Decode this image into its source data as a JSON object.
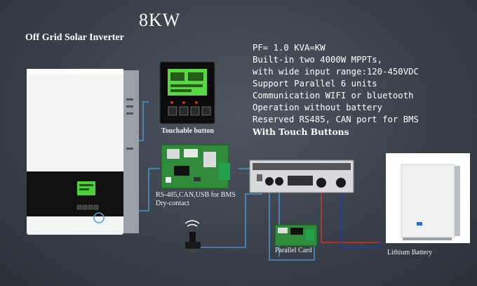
{
  "header": {
    "title": "8KW",
    "subtitle": "Off Grid Solar Inverter"
  },
  "specs": [
    "PF= 1.0  KVA=KW",
    "Built-in two 4000W MPPTs,",
    "with wide input range:120-450VDC",
    "Support Parallel 6 units",
    "Communication WIFI or bluetooth",
    "Operation without battery",
    "Reserved RS485, CAN port for BMS",
    "With Touch Buttons"
  ],
  "captions": {
    "touch_panel": "Touchable button",
    "comm_board_line1": "RS-485,CAN,USB for BMS",
    "comm_board_line2": "Dry-contact",
    "parallel_card": "Parallel Card",
    "battery": "Lithium Battery"
  },
  "colors": {
    "background": "#3a414b",
    "connector_line": "#4aa3df",
    "battery_positive": "#c0392b",
    "battery_negative": "#1f3e9e",
    "lcd_green": "#4cd13a"
  }
}
